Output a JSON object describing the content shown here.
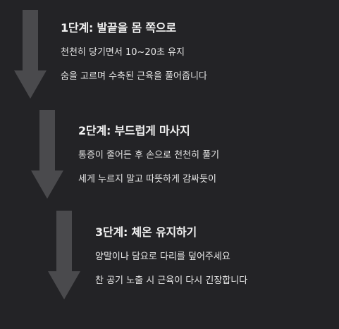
{
  "steps": [
    {
      "title": "1단계: 발끝을 몸 쪽으로",
      "lines": [
        "천천히 당기면서 10~20초 유지",
        "숨을 고르며 수축된 근육을 풀어줍니다"
      ]
    },
    {
      "title": "2단계: 부드럽게 마사지",
      "lines": [
        "통증이 줄어든 후 손으로 천천히 풀기",
        "세게 누르지 말고 따뜻하게 감싸듯이"
      ]
    },
    {
      "title": "3단계: 체온 유지하기",
      "lines": [
        "양말이나 담요로 다리를 덮어주세요",
        "찬 공기 노출 시 근육이 다시 긴장합니다"
      ]
    }
  ],
  "colors": {
    "background": "#232326",
    "arrow": "#4a4a4d",
    "text": "#f1f1f1"
  }
}
